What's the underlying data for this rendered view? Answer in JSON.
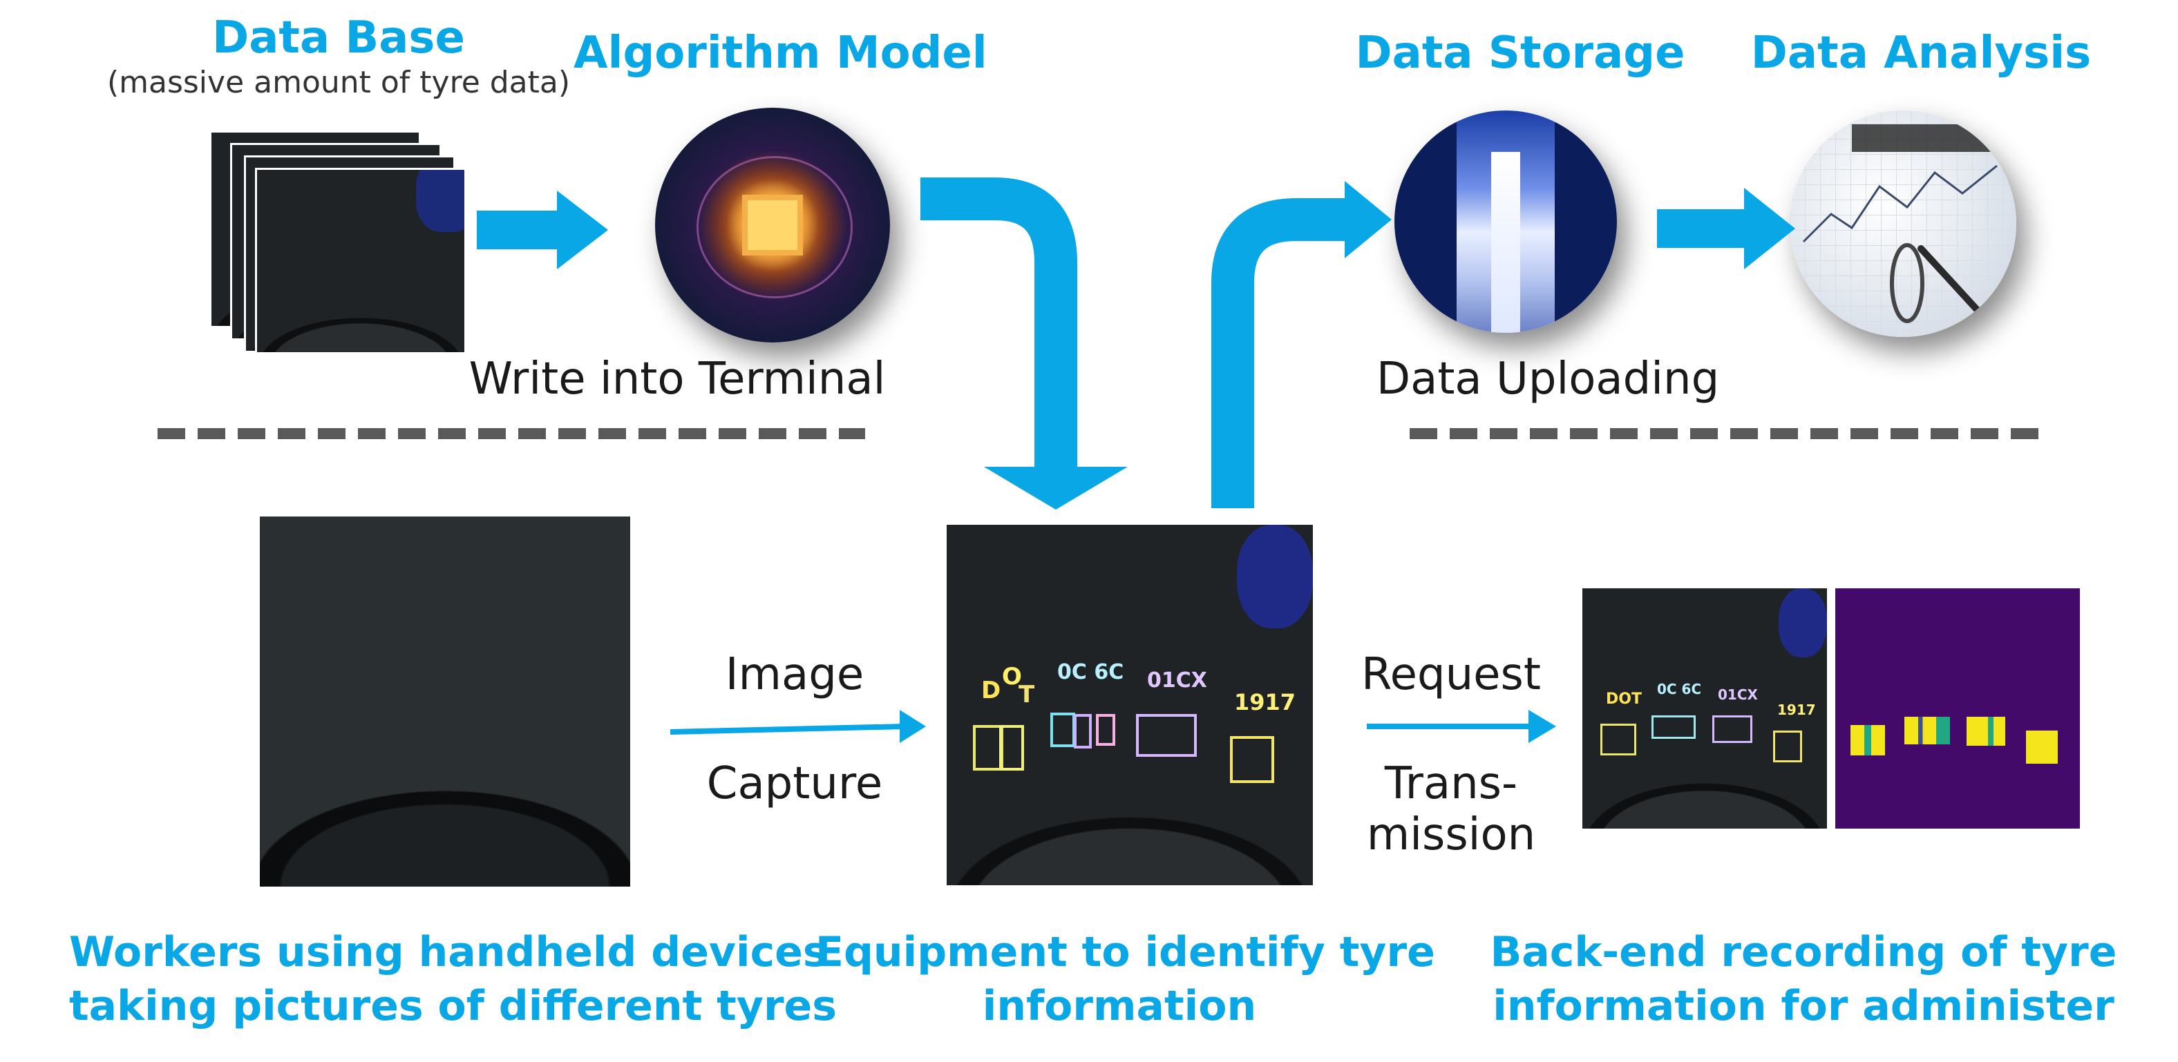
{
  "titles": {
    "database": "Data Base",
    "database_sub": "(massive amount of tyre data)",
    "algorithm": "Algorithm Model",
    "storage": "Data Storage",
    "analysis": "Data Analysis"
  },
  "flow_labels": {
    "write": "Write into Terminal",
    "upload": "Data Uploading",
    "image": "Image",
    "capture": "Capture",
    "request": "Request",
    "trans": "Trans-",
    "mission": "mission"
  },
  "captions": {
    "workers_1": "Workers using handheld devices",
    "workers_2": "taking pictures of different tyres",
    "equipment_1": "Equipment to identify tyre",
    "equipment_2": "information",
    "backend_1": "Back-end recording of tyre",
    "backend_2": "information for administer"
  },
  "tyre_codes": {
    "dot_d": "D",
    "dot_o": "O",
    "dot_t": "T",
    "code1": "0C 6C",
    "code2": "01CX",
    "code3": "1917"
  },
  "small_codes": {
    "dot": "DOT",
    "code1": "0C 6C",
    "code2": "01CX",
    "code3": "1917"
  },
  "colors": {
    "accent": "#0aa7e6",
    "dashes": "#5a5a5a",
    "heatmap_bg": "#440a6a",
    "heatmap_hot": "#f5e51c",
    "heatmap_mid": "#21a784"
  }
}
